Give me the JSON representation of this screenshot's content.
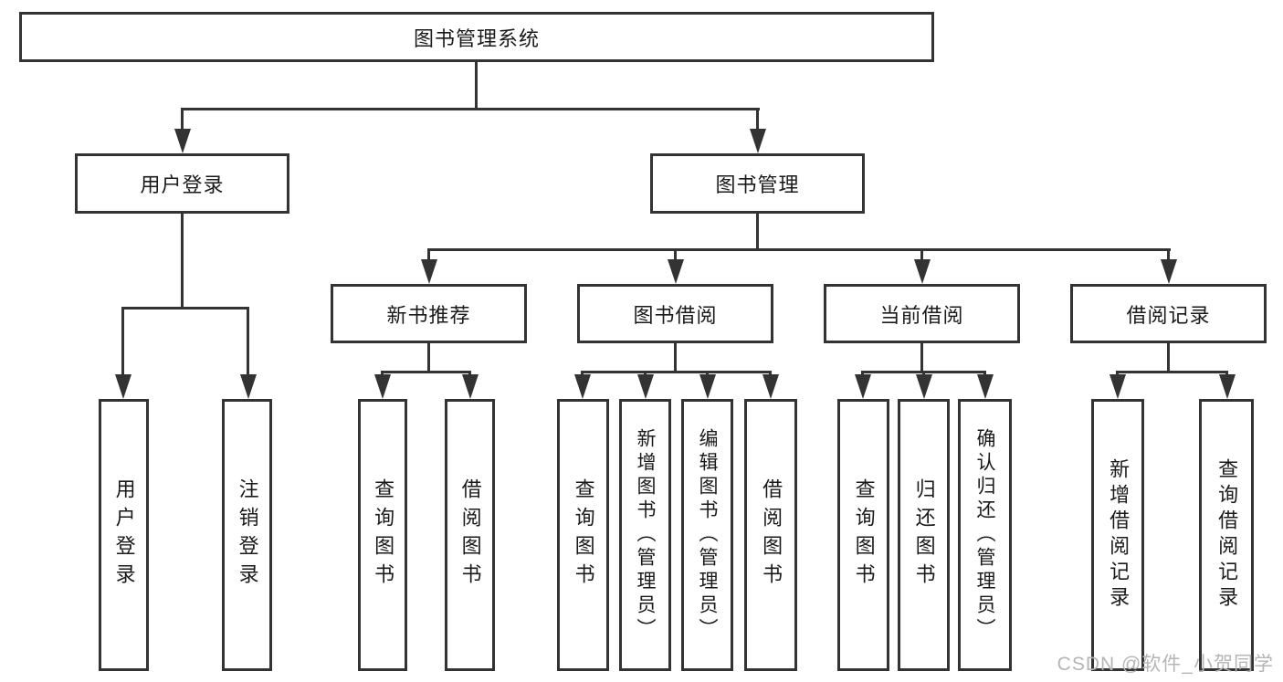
{
  "diagram": {
    "root": {
      "label": "图书管理系统"
    },
    "level2": [
      {
        "label": "用户登录"
      },
      {
        "label": "图书管理"
      }
    ],
    "level3": [
      {
        "label": "新书推荐"
      },
      {
        "label": "图书借阅"
      },
      {
        "label": "当前借阅"
      },
      {
        "label": "借阅记录"
      }
    ],
    "leaves": {
      "user": [
        "用户登录",
        "注销登录"
      ],
      "recommend": [
        "查询图书",
        "借阅图书"
      ],
      "borrow": [
        "查询图书",
        "新增图书（管理员）",
        "编辑图书（管理员）",
        "借阅图书"
      ],
      "current": [
        "查询图书",
        "归还图书",
        "确认归还（管理员）"
      ],
      "records": [
        "新增借阅记录",
        "查询借阅记录"
      ]
    }
  },
  "watermark": {
    "text": "CSDN @软件_小贺同学"
  },
  "colors": {
    "line": "#333333",
    "text": "#1a1a1a",
    "background": "#ffffff",
    "watermark": "#b5b5b5"
  }
}
